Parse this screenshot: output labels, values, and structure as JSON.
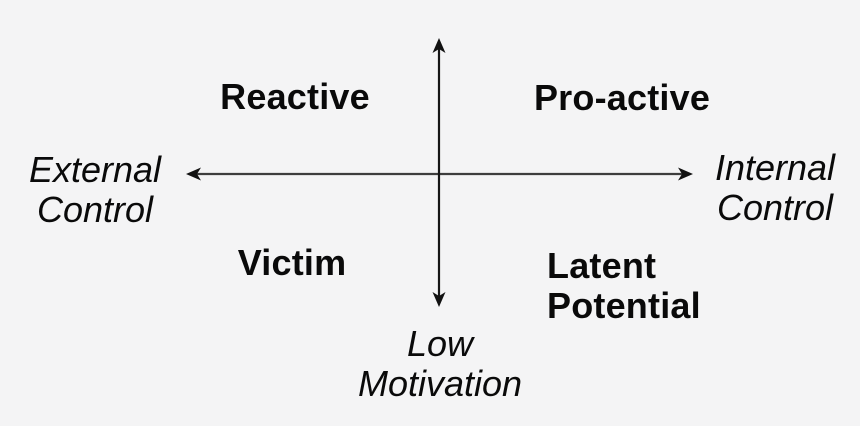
{
  "diagram": {
    "quadrants": {
      "top_left": "Reactive",
      "top_right": "Pro-active",
      "bottom_left": "Victim",
      "bottom_right": "Latent\nPotential"
    },
    "axis_labels": {
      "left": "External\nControl",
      "right": "Internal\nControl",
      "bottom": "Low\nMotivation"
    },
    "colors": {
      "background": "#f4f4f5",
      "text": "#0a0a0a",
      "horizontal_axis": "#3d3d3d",
      "vertical_axis": "#161616",
      "arrowhead": "#111111"
    }
  }
}
